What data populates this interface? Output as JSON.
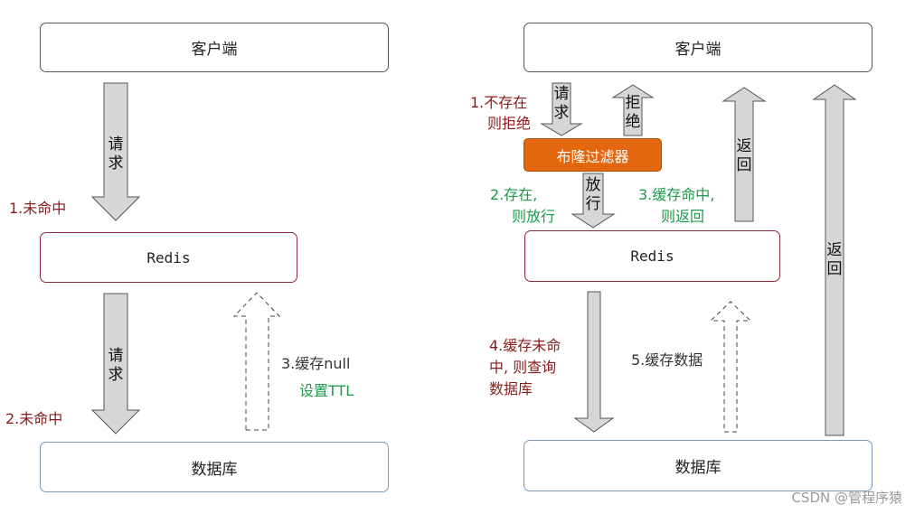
{
  "left": {
    "client": "客户端",
    "redis": "Redis",
    "db": "数据库",
    "request1": "请求",
    "request2": "请求",
    "miss1": "1.未命中",
    "miss2": "2.未命中",
    "cache_null": "3.缓存null",
    "set_ttl": "设置TTL"
  },
  "right": {
    "client": "客户端",
    "bloom": "布隆过滤器",
    "redis": "Redis",
    "db": "数据库",
    "request": "请求",
    "reject": "拒绝",
    "pass": "放行",
    "return_short": "返回",
    "return_long": "返回",
    "not_exist_line1": "1.不存在",
    "not_exist_line2": "则拒绝",
    "exist_line1": "2.存在,",
    "exist_line2": "则放行",
    "cache_hit_line1": "3.缓存命中,",
    "cache_hit_line2": "则返回",
    "cache_miss_line1": "4.缓存未命",
    "cache_miss_line2": "中, 则查询",
    "cache_miss_line3": "数据库",
    "cache_data": "5.缓存数据"
  },
  "watermark": "CSDN @管程序猿"
}
